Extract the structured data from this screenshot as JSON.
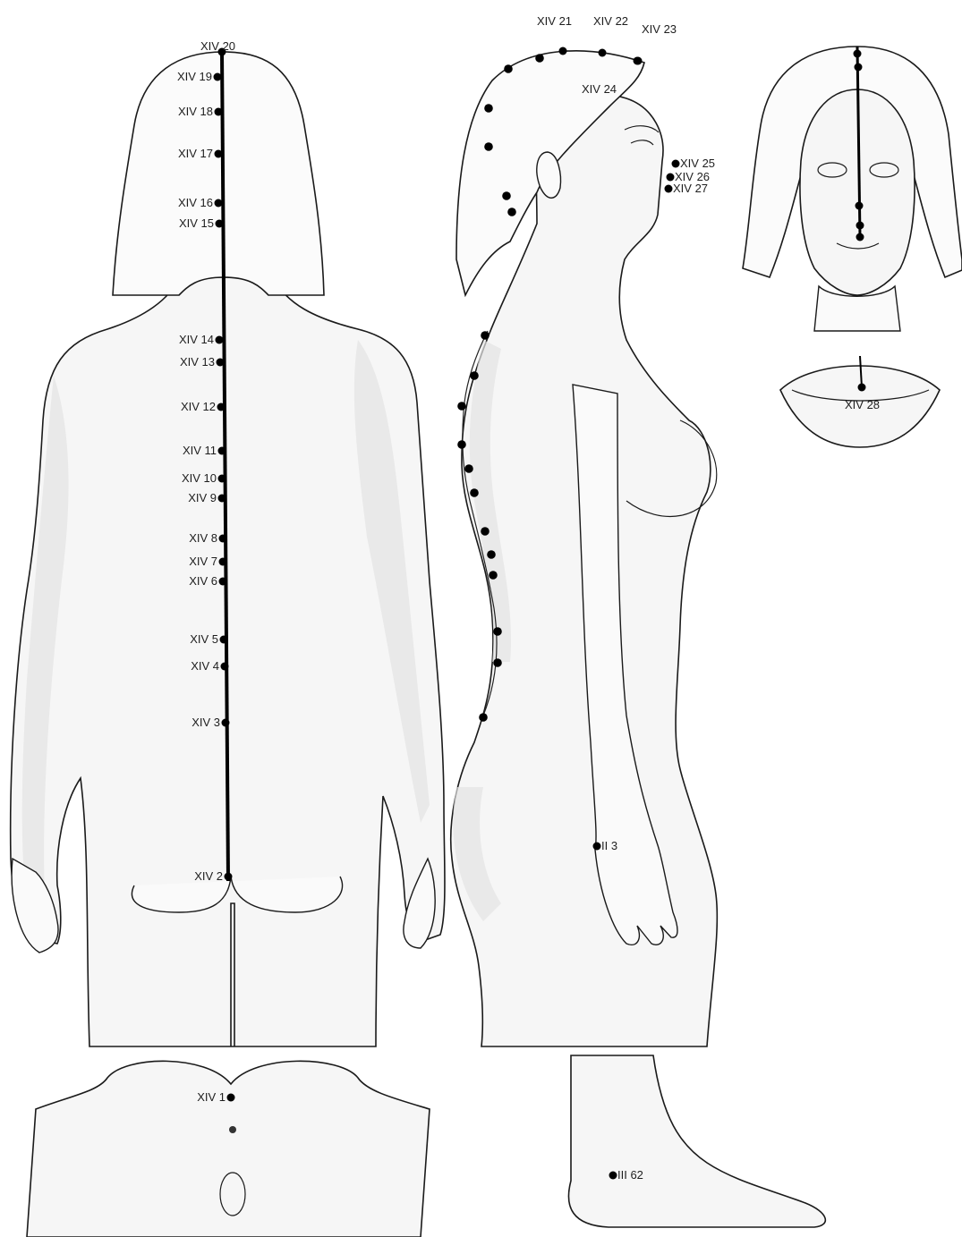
{
  "colors": {
    "ink": "#111111",
    "skin": "#f6f6f6",
    "shadow": "#e4e4e4",
    "background": "#ffffff"
  },
  "back_view": {
    "points": [
      {
        "id": "xiv20",
        "label": "XIV 20"
      },
      {
        "id": "xiv19",
        "label": "XIV 19"
      },
      {
        "id": "xiv18",
        "label": "XIV 18"
      },
      {
        "id": "xiv17",
        "label": "XIV 17"
      },
      {
        "id": "xiv16",
        "label": "XIV 16"
      },
      {
        "id": "xiv15",
        "label": "XIV 15"
      },
      {
        "id": "xiv14",
        "label": "XIV 14"
      },
      {
        "id": "xiv13",
        "label": "XIV 13"
      },
      {
        "id": "xiv12",
        "label": "XIV 12"
      },
      {
        "id": "xiv11",
        "label": "XIV 11"
      },
      {
        "id": "xiv10",
        "label": "XIV 10"
      },
      {
        "id": "xiv9",
        "label": "XIV 9"
      },
      {
        "id": "xiv8",
        "label": "XIV 8"
      },
      {
        "id": "xiv7",
        "label": "XIV 7"
      },
      {
        "id": "xiv6",
        "label": "XIV 6"
      },
      {
        "id": "xiv5",
        "label": "XIV 5"
      },
      {
        "id": "xiv4",
        "label": "XIV 4"
      },
      {
        "id": "xiv3",
        "label": "XIV 3"
      },
      {
        "id": "xiv2",
        "label": "XIV 2"
      }
    ]
  },
  "side_view": {
    "points": [
      {
        "id": "xiv21",
        "label": "XIV 21"
      },
      {
        "id": "xiv22",
        "label": "XIV 22"
      },
      {
        "id": "xiv23",
        "label": "XIV 23"
      },
      {
        "id": "xiv24",
        "label": "XIV 24"
      },
      {
        "id": "xiv25",
        "label": "XIV 25"
      },
      {
        "id": "xiv26",
        "label": "XIV 26"
      },
      {
        "id": "xiv27",
        "label": "XIV 27"
      },
      {
        "id": "ii3",
        "label": "II 3"
      }
    ]
  },
  "lips_view": {
    "points": [
      {
        "id": "xiv28",
        "label": "XIV 28"
      }
    ]
  },
  "perineum_view": {
    "points": [
      {
        "id": "xiv1",
        "label": "XIV 1"
      }
    ]
  },
  "foot_view": {
    "points": [
      {
        "id": "iii62",
        "label": "III 62"
      }
    ]
  }
}
